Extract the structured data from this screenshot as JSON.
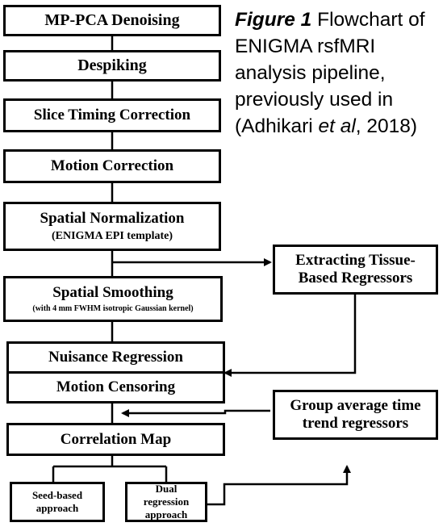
{
  "caption": {
    "label": "Figure 1",
    "text_1": " Flowchart of ENIGMA rsfMRI analysis pipeline, previously used in (Adhikari ",
    "italic": "et al",
    "text_2": ", 2018)"
  },
  "nodes": {
    "mp_pca": "MP-PCA Denoising",
    "despiking": "Despiking",
    "slice_timing": "Slice Timing Correction",
    "motion_correction": "Motion Correction",
    "spatial_norm": "Spatial Normalization",
    "spatial_norm_sub": "(ENIGMA EPI template)",
    "spatial_smooth": "Spatial Smoothing",
    "spatial_smooth_sub": "(with 4 mm FWHM isotropic Gaussian kernel)",
    "nuisance": "Nuisance Regression",
    "censoring": "Motion Censoring",
    "correlation": "Correlation Map",
    "seed_based": "Seed-based approach",
    "dual_regression": "Dual regression approach",
    "tissue_regressors": "Extracting Tissue-Based Regressors",
    "group_average": "Group average time trend regressors"
  }
}
